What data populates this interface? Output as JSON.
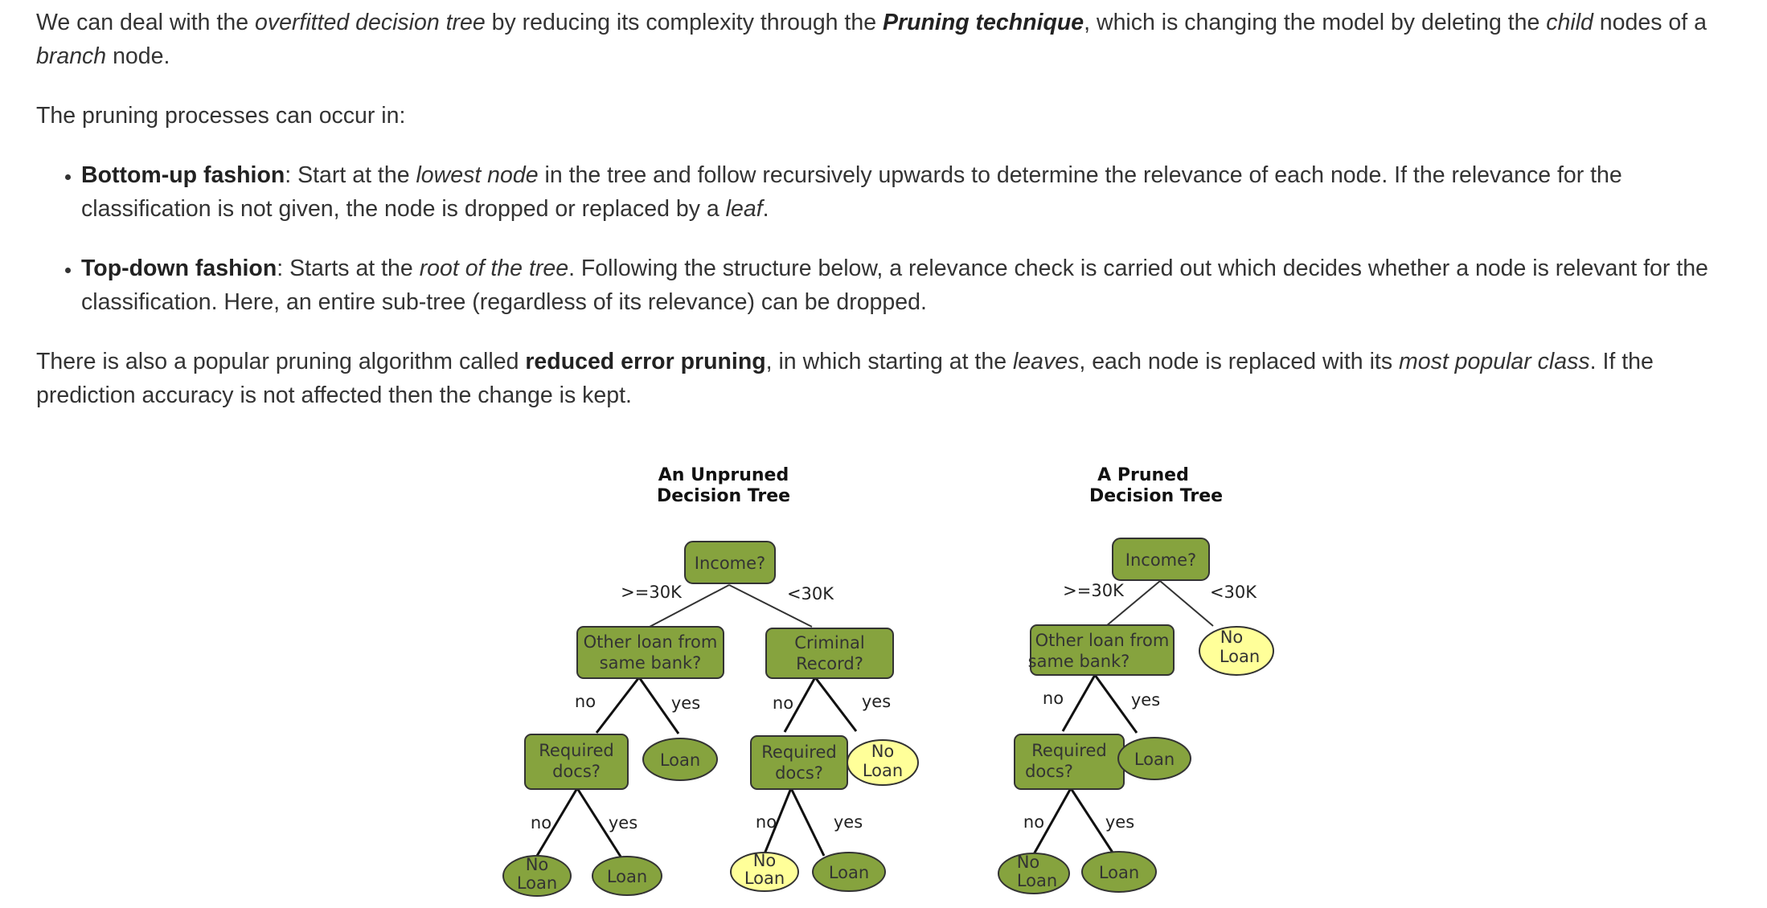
{
  "paragraph1": {
    "t1": "We can deal with the ",
    "em1": "overfitted decision tree",
    "t2": " by reducing its complexity through the ",
    "strong1": "Pruning technique",
    "t3": ", which is changing the model by deleting the ",
    "em2": "child",
    "t4": " nodes of a ",
    "em3": "branch",
    "t5": " node."
  },
  "paragraph2": {
    "text": "The pruning processes can occur in:"
  },
  "bullets": [
    {
      "strong": "Bottom-up fashion",
      "t1": ": Start at the ",
      "em1": "lowest node",
      "t2": " in the tree and follow recursively upwards to determine the relevance of each node. If the relevance for the classification is not given, the node is dropped or replaced by a ",
      "em2": "leaf",
      "t3": "."
    },
    {
      "strong": "Top-down fashion",
      "t1": ": Starts at the ",
      "em1": "root of the tree",
      "t2": ". Following the structure below, a relevance check is carried out which decides whether a node is relevant for the classification. Here, an entire sub-tree (regardless of its relevance) can be dropped."
    }
  ],
  "paragraph3": {
    "t1": "There is also a popular pruning algorithm called ",
    "strong1": "reduced error pruning",
    "t2": ", in which starting at the ",
    "em1": "leaves",
    "t3": ", each node is replaced with its ",
    "em2": "most popular class",
    "t4": ". If the prediction accuracy is not affected then the change is kept."
  },
  "figure": {
    "colors": {
      "decision_fill": "#86a33e",
      "loan_fill": "#86a33e",
      "noloan_fill": "#ffff99",
      "stroke": "#333333"
    },
    "unpruned": {
      "title_line1": "An Unpruned",
      "title_line2": "Decision Tree",
      "root": "Income?",
      "edge_ge30": ">=30K",
      "edge_lt30": "<30K",
      "other_loan_l1": "Other loan from",
      "other_loan_l2": "same bank?",
      "criminal_l1": "Criminal",
      "criminal_l2": "Record?",
      "no1": "no",
      "yes1": "yes",
      "no2": "no",
      "yes2": "yes",
      "req_docs_a_l1": "Required",
      "req_docs_a_l2": "docs?",
      "loan_a": "Loan",
      "req_docs_b_l1": "Required",
      "req_docs_b_l2": "docs?",
      "noloan_b_l1": "No",
      "noloan_b_l2": "Loan",
      "no3": "no",
      "yes3": "yes",
      "no4": "no",
      "yes4": "yes",
      "noloan_c_l1": "No",
      "noloan_c_l2": "Loan",
      "loan_c": "Loan",
      "noloan_d_l1": "No",
      "noloan_d_l2": "Loan",
      "loan_d": "Loan"
    },
    "pruned": {
      "title_line1": "A Pruned",
      "title_line2": "Decision Tree",
      "root": "Income?",
      "edge_ge30": ">=30K",
      "edge_lt30": "<30K",
      "other_loan_l1": "Other loan from",
      "other_loan_l2": "same bank?",
      "noloan_top_l1": "No",
      "noloan_top_l2": "Loan",
      "no1": "no",
      "yes1": "yes",
      "req_docs_l1": "Required",
      "req_docs_l2": "docs?",
      "loan_a": "Loan",
      "no2": "no",
      "yes2": "yes",
      "noloan_l1": "No",
      "noloan_l2": "Loan",
      "loan_b": "Loan"
    }
  }
}
